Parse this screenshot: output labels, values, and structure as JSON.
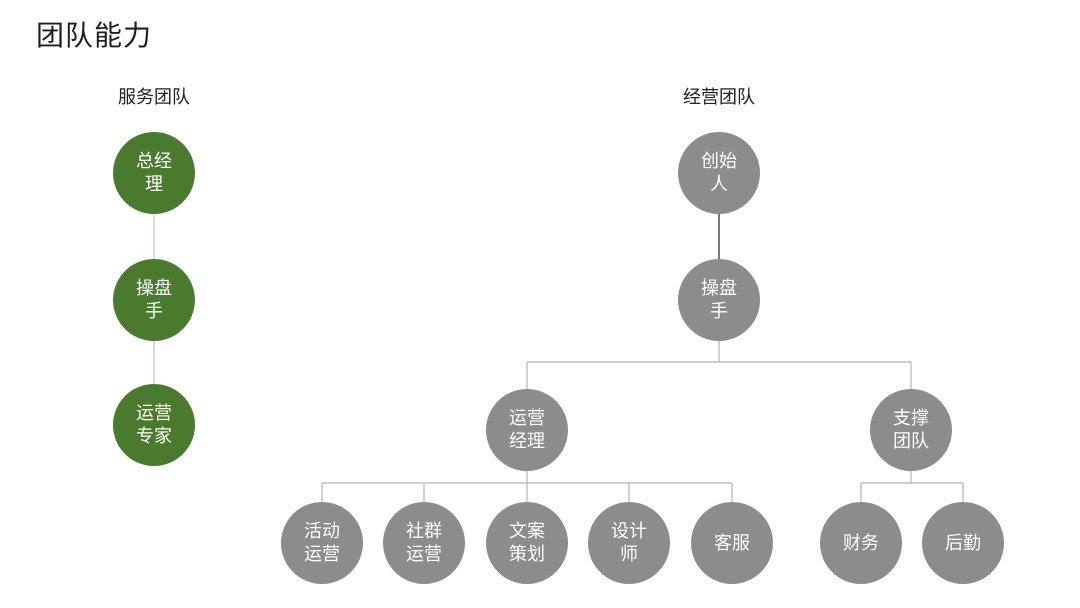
{
  "page_title": "团队能力",
  "colors": {
    "service_node": "#4a7a2e",
    "ops_node": "#8c8c8c",
    "service_line": "#c9d8bf",
    "ops_line_dark": "#1f1f1f",
    "ops_line_light": "#b3b3b3"
  },
  "service_team": {
    "title": "服务团队",
    "nodes": [
      {
        "label": "总经\n理"
      },
      {
        "label": "操盘\n手"
      },
      {
        "label": "运营\n专家"
      }
    ]
  },
  "ops_team": {
    "title": "经营团队",
    "founder": {
      "label": "创始\n人"
    },
    "trader": {
      "label": "操盘\n手"
    },
    "ops_manager": {
      "label": "运营\n经理"
    },
    "support_team": {
      "label": "支撑\n团队"
    },
    "ops_children": [
      {
        "label": "活动\n运营"
      },
      {
        "label": "社群\n运营"
      },
      {
        "label": "文案\n策划"
      },
      {
        "label": "设计\n师"
      },
      {
        "label": "客服"
      }
    ],
    "support_children": [
      {
        "label": "财务"
      },
      {
        "label": "后勤"
      }
    ]
  }
}
